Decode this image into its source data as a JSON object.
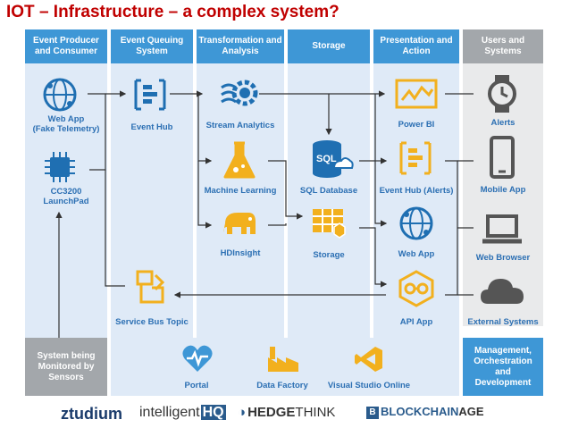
{
  "title": "IOT – Infrastructure – a complex system?",
  "columns": {
    "producer": "Event Producer and Consumer",
    "queuing": "Event Queuing System",
    "transform": "Transformation and Analysis",
    "storage": "Storage",
    "presentation": "Presentation and Action",
    "users": "Users and Systems"
  },
  "nodes": {
    "web_app_fake": "Web App",
    "web_app_fake_sub": "(Fake Telemetry)",
    "cc3200": "CC3200",
    "cc3200_sub": "LaunchPad",
    "event_hub": "Event Hub",
    "service_bus": "Service Bus Topic",
    "stream_analytics": "Stream Analytics",
    "machine_learning": "Machine Learning",
    "hdinsight": "HDInsight",
    "sql_database": "SQL Database",
    "sql_badge": "SQL",
    "storage": "Storage",
    "power_bi": "Power BI",
    "event_hub_alerts": "Event Hub (Alerts)",
    "web_app": "Web App",
    "api_app": "API App",
    "alerts": "Alerts",
    "mobile_app": "Mobile App",
    "web_browser": "Web Browser",
    "external_systems": "External Systems"
  },
  "bottom": {
    "system_monitored": "System being Monitored by Sensors",
    "portal": "Portal",
    "data_factory": "Data Factory",
    "vso": "Visual Studio Online",
    "management": "Management, Orchestration and Development"
  },
  "logos": {
    "ztudium": "ztudium",
    "intelligent": "intelligent",
    "intelligent_hq": "HQ",
    "hedge": "HEDGE",
    "think": "THINK",
    "blockchain": "BLOCKCHAIN",
    "age": "AGE"
  },
  "colors": {
    "title": "#c00000",
    "header_blue": "#3e97d6",
    "column_bg": "#dfeaf7",
    "gray": "#a3a7ab",
    "label_blue": "#2b6fb3",
    "icon_blue": "#1f6fb2",
    "icon_orange": "#f2b01e"
  }
}
